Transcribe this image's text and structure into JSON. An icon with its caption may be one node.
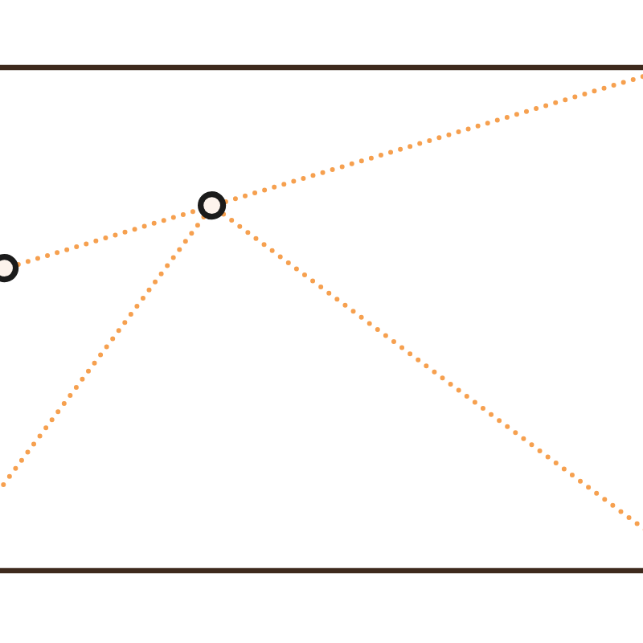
{
  "diagram": {
    "nodes": [
      {
        "text": [],
        "shape": "circle"
      },
      {
        "text": [],
        "shape": "circle"
      }
    ],
    "edges": [
      {
        "from": 0,
        "to": 1,
        "arrow": "none",
        "style": "dashed"
      },
      {
        "from": 1,
        "to": null,
        "arrow": "none",
        "style": "dashed"
      },
      {
        "from": 1,
        "to": null,
        "arrow": "none",
        "style": "dashed"
      },
      {
        "from": 1,
        "to": null,
        "arrow": "none",
        "style": "dashed"
      }
    ]
  }
}
